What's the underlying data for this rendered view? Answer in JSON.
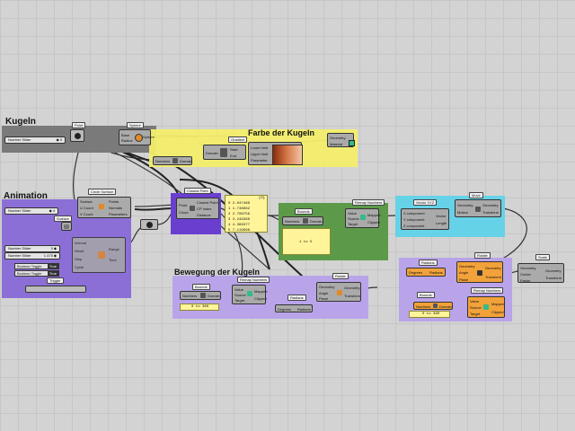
{
  "groups": {
    "kugeln": "Kugeln",
    "farbe": "Farbe der Kugeln",
    "animation": "Animation",
    "bewegung": "Bewegung der Kugeln"
  },
  "tags": {
    "point": "Point",
    "sphere": "Sphere",
    "circle_surface": "Circle Surface",
    "surface": "Surface",
    "closest_point": "Closest Point",
    "remap_numbers": "Remap Numbers",
    "bounds": "Bounds",
    "vector_xyz": "Vector XYZ",
    "move": "Move",
    "rotate": "Rotate",
    "radians": "Radians",
    "scale": "Scale",
    "bounds2": "Bounds",
    "remap_numbers2": "Remap Numbers",
    "trigger": "Trigger",
    "remap_numbers3": "Remap Numbers",
    "bounds3": "Bounds",
    "rotate2": "Rotate",
    "radians2": "Radians",
    "gradient": "Gradient"
  },
  "number_sliders": [
    {
      "label": "Number Slider",
      "value": "◆ 5"
    },
    {
      "label": "Number Slider",
      "value": "◆ 4"
    },
    {
      "label": "Number Slider",
      "value": "5 ◆"
    },
    {
      "label": "Number Slider",
      "value": "1.475 ◆"
    }
  ],
  "toggles": [
    {
      "label": "Boolean Toggle",
      "value": "True"
    },
    {
      "label": "Boolean Toggle",
      "value": "True"
    }
  ],
  "sphere_inputs": [
    "Base",
    "Radius"
  ],
  "circle_surface_inputs": [
    "Surface",
    "U Count",
    "V Count"
  ],
  "circle_surface_outputs": [
    "Points",
    "Normals",
    "Parameters"
  ],
  "closest_point_inputs": [
    "Point",
    "Cloud"
  ],
  "closest_point_outputs": [
    "Closest Point",
    "CP Index",
    "Distance"
  ],
  "number_list": [
    "0 2.047468",
    "1 1.748682",
    "2 2.708759",
    "3 3.249386",
    "4 4.369377",
    "5 7.119668"
  ],
  "number_list_count": "{0}",
  "gradient_inputs": [
    "Lower limit",
    "Upper limit",
    "Parameter"
  ],
  "gradient_outputs": [
    "Start",
    "End"
  ],
  "material_labels": [
    "Geometry",
    "Material"
  ],
  "numbers_domain": [
    "Numbers",
    "Domain"
  ],
  "domain_io": [
    "Domain",
    "Start",
    "End"
  ],
  "remap_inputs": [
    "Value",
    "Source",
    "Target"
  ],
  "remap_outputs": [
    "Mapped",
    "Clipped"
  ],
  "vector_inputs": [
    "X component",
    "Y component",
    "Z component"
  ],
  "vector_outputs": [
    "Vector",
    "Length"
  ],
  "move_inputs": [
    "Geometry",
    "Motion"
  ],
  "move_outputs": [
    "Geometry",
    "Transform"
  ],
  "rotate_inputs": [
    "Geometry",
    "Angle",
    "Plane"
  ],
  "rotate_outputs": [
    "Geometry",
    "Transform"
  ],
  "scale_inputs": [
    "Geometry",
    "Center",
    "Factor"
  ],
  "scale_outputs": [
    "Geometry",
    "Transform"
  ],
  "degrees_radians": [
    "Degrees",
    "Radians"
  ],
  "panels": {
    "domain_1": "1 to 5",
    "domain_2": "0 to 360",
    "domain_3": "0 to 360"
  },
  "timer_labels": [
    "Interval",
    "Reset",
    "Step",
    "Cycle"
  ],
  "timer_outputs": [
    "Range",
    "Time"
  ],
  "colors": {
    "kugeln_group": "#7a7a7a",
    "farbe_group": "#f3ee6a",
    "animation_group": "#8c6fd6",
    "bewegung_group": "#b9a4ea",
    "closest_point_group": "#6a3fd0",
    "bounds_group": "#5c9a4a",
    "vector_group": "#66d2e8",
    "rotate_group": "#b9a4ea",
    "orange_component": "#f2a23a",
    "panel_yellow": "#fff499"
  }
}
